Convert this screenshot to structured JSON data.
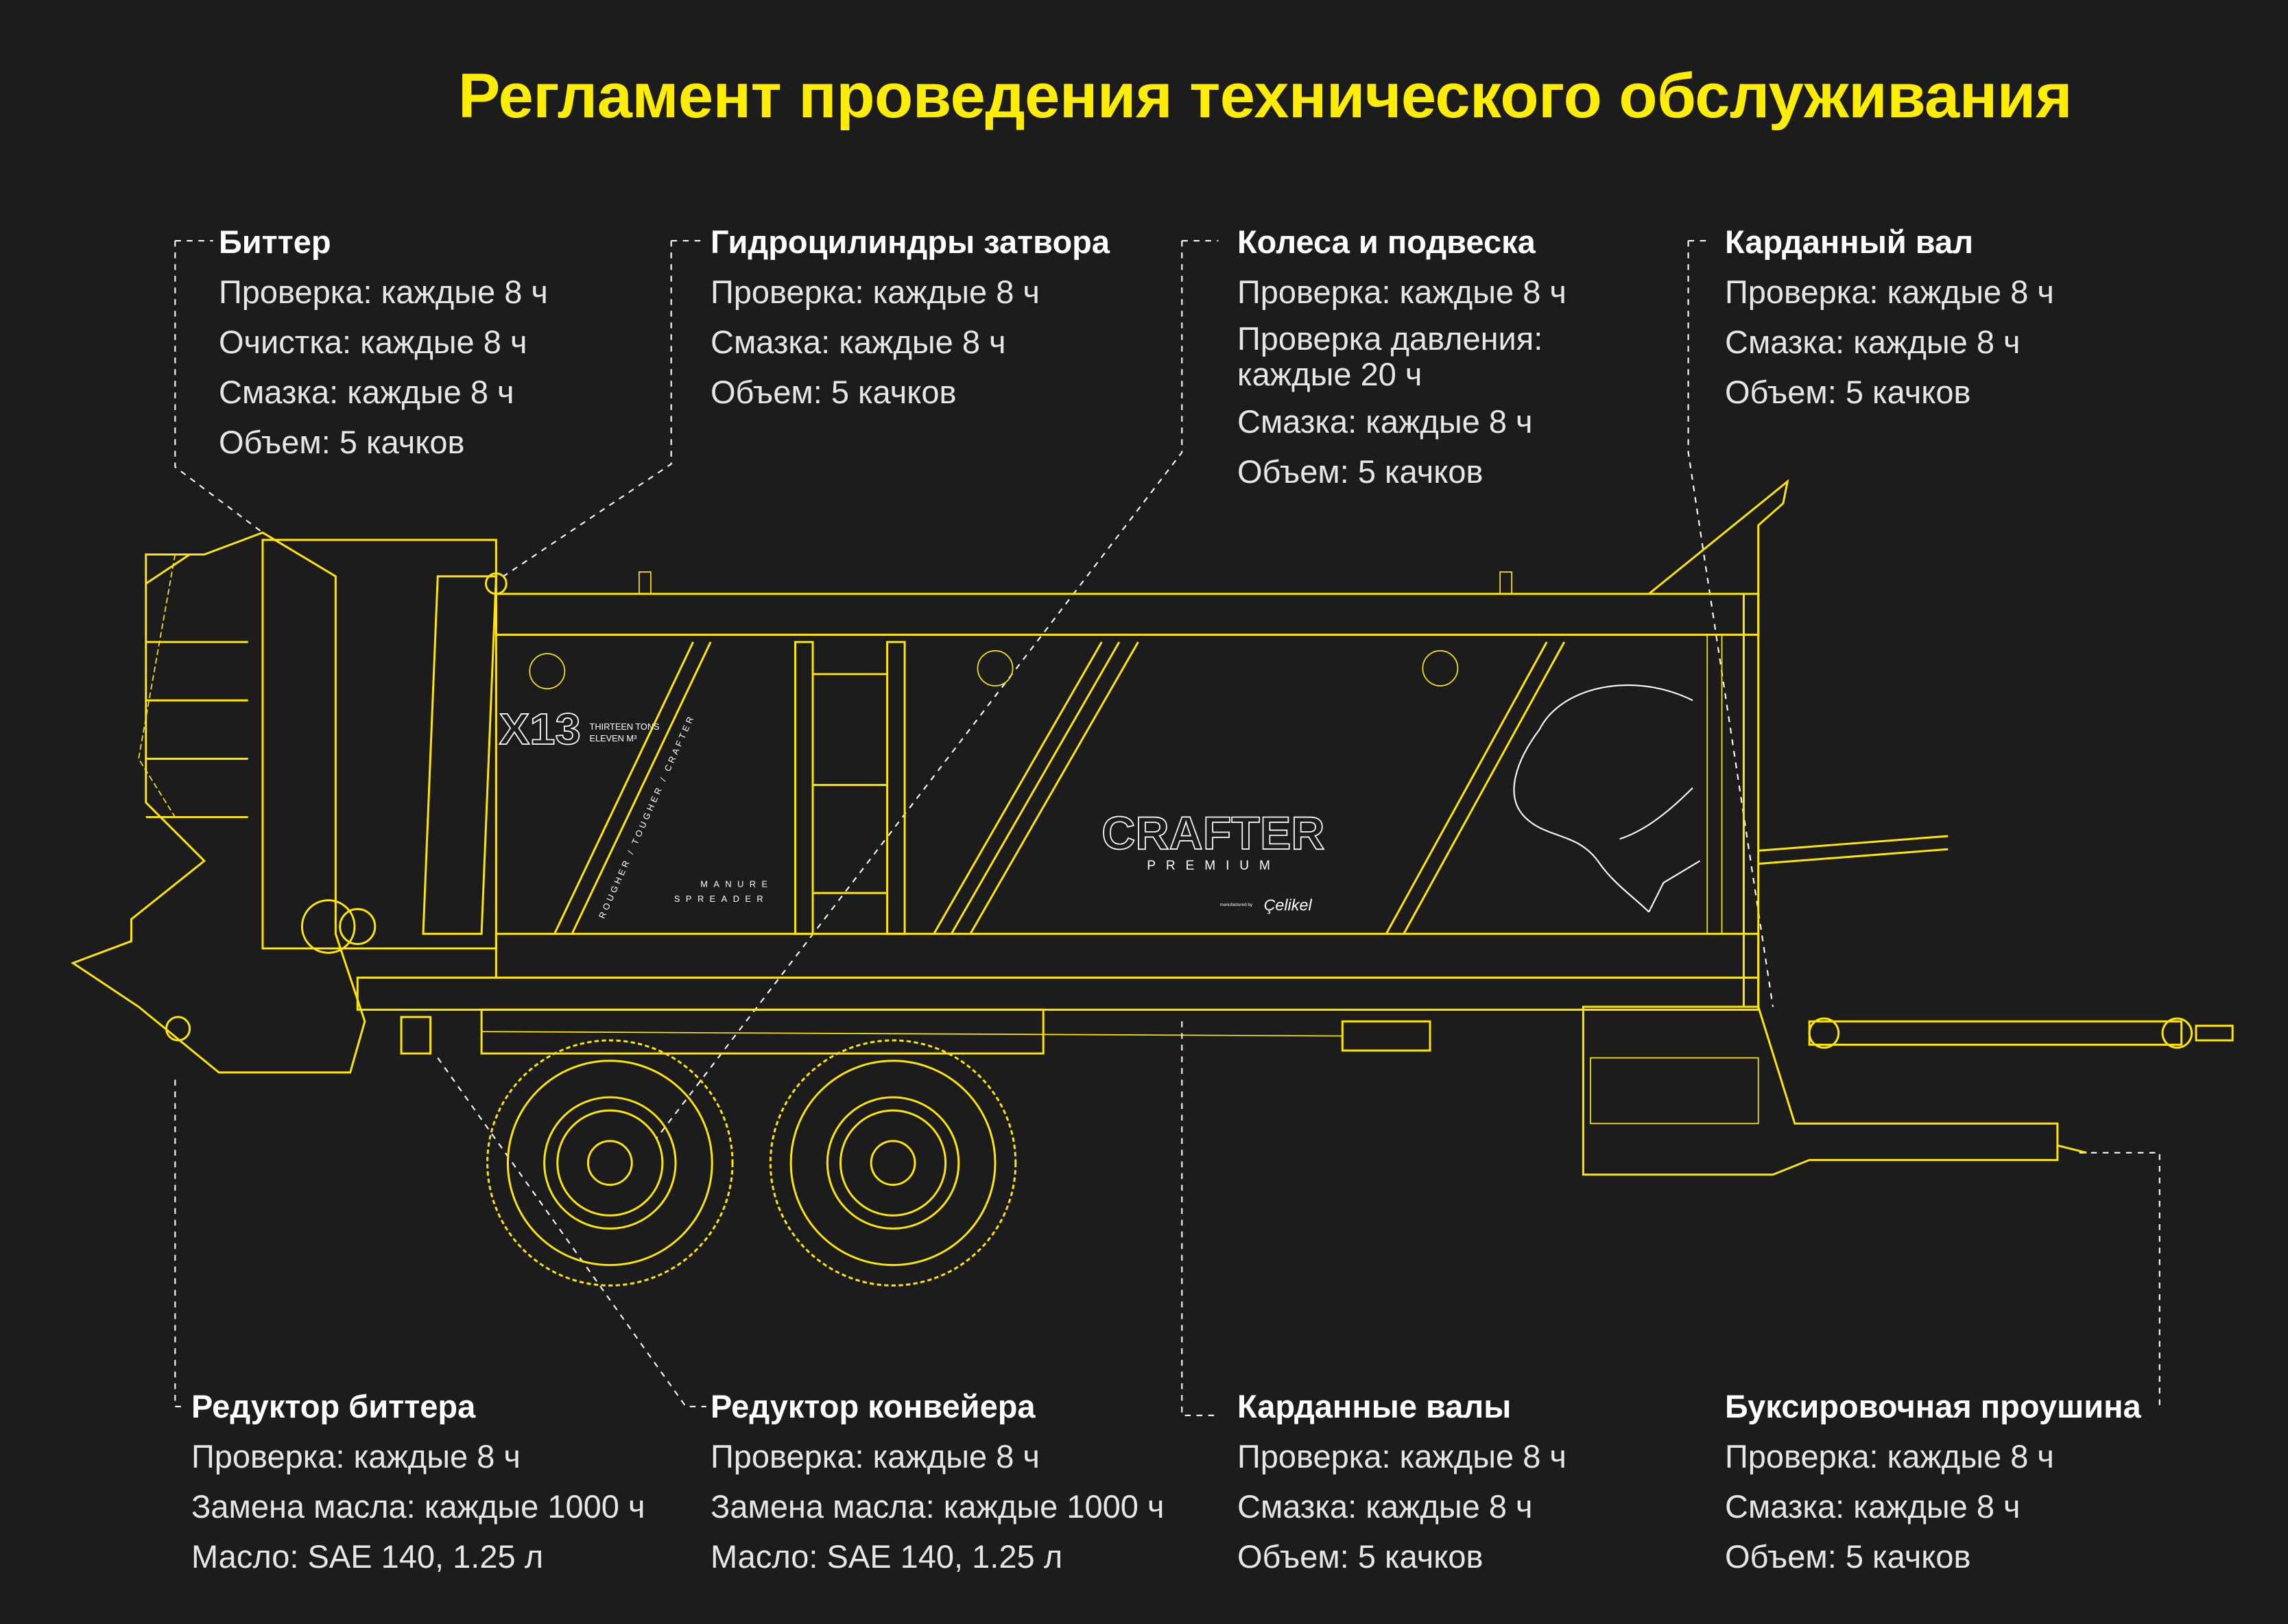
{
  "title": "Регламент проведения технического обслуживания",
  "colors": {
    "accent": "#ffed00",
    "background": "#1c1c1c",
    "text": "#e6e6e6"
  },
  "top_blocks": [
    {
      "heading": "Биттер",
      "lines": [
        "Проверка: каждые 8 ч",
        "Очистка: каждые 8 ч",
        "Смазка: каждые 8 ч",
        "Объем: 5 качков"
      ]
    },
    {
      "heading": "Гидроцилиндры затвора",
      "lines": [
        "Проверка: каждые 8 ч",
        "Смазка: каждые 8 ч",
        "Объем: 5 качков"
      ]
    },
    {
      "heading": "Колеса и подвеска",
      "lines": [
        "Проверка: каждые 8 ч",
        "Проверка давления: каждые 20 ч",
        "Смазка: каждые 8 ч",
        "Объем: 5 качков"
      ]
    },
    {
      "heading": "Карданный вал",
      "lines": [
        "Проверка: каждые 8 ч",
        "Смазка: каждые 8 ч",
        "Объем: 5 качков"
      ]
    }
  ],
  "bottom_blocks": [
    {
      "heading": "Редуктор биттера",
      "lines": [
        "Проверка: каждые 8 ч",
        "Замена масла: каждые 1000 ч",
        "Масло: SAE 140, 1.25 л"
      ]
    },
    {
      "heading": "Редуктор конвейера",
      "lines": [
        "Проверка: каждые 8 ч",
        "Замена масла: каждые 1000 ч",
        "Масло: SAE 140, 1.25 л"
      ]
    },
    {
      "heading": "Карданные валы",
      "lines": [
        "Проверка: каждые 8 ч",
        "Смазка: каждые 8 ч",
        "Объем: 5 качков"
      ]
    },
    {
      "heading": "Буксировочная проушина",
      "lines": [
        "Проверка: каждые 8 ч",
        "Смазка: каждые 8 ч",
        "Объем: 5 качков"
      ]
    }
  ],
  "branding": {
    "model": "X13",
    "model_sub1": "THIRTEEN TONS",
    "model_sub2": "ELEVEN M³",
    "slogan": "ROUGHER / TOUGHER / CRAFTER",
    "product1": "MANURE",
    "product2": "SPREADER",
    "brand": "CRAFTER",
    "brand_sub": "PREMIUM",
    "maker_prefix": "manufactured by",
    "maker": "Çelikel"
  }
}
